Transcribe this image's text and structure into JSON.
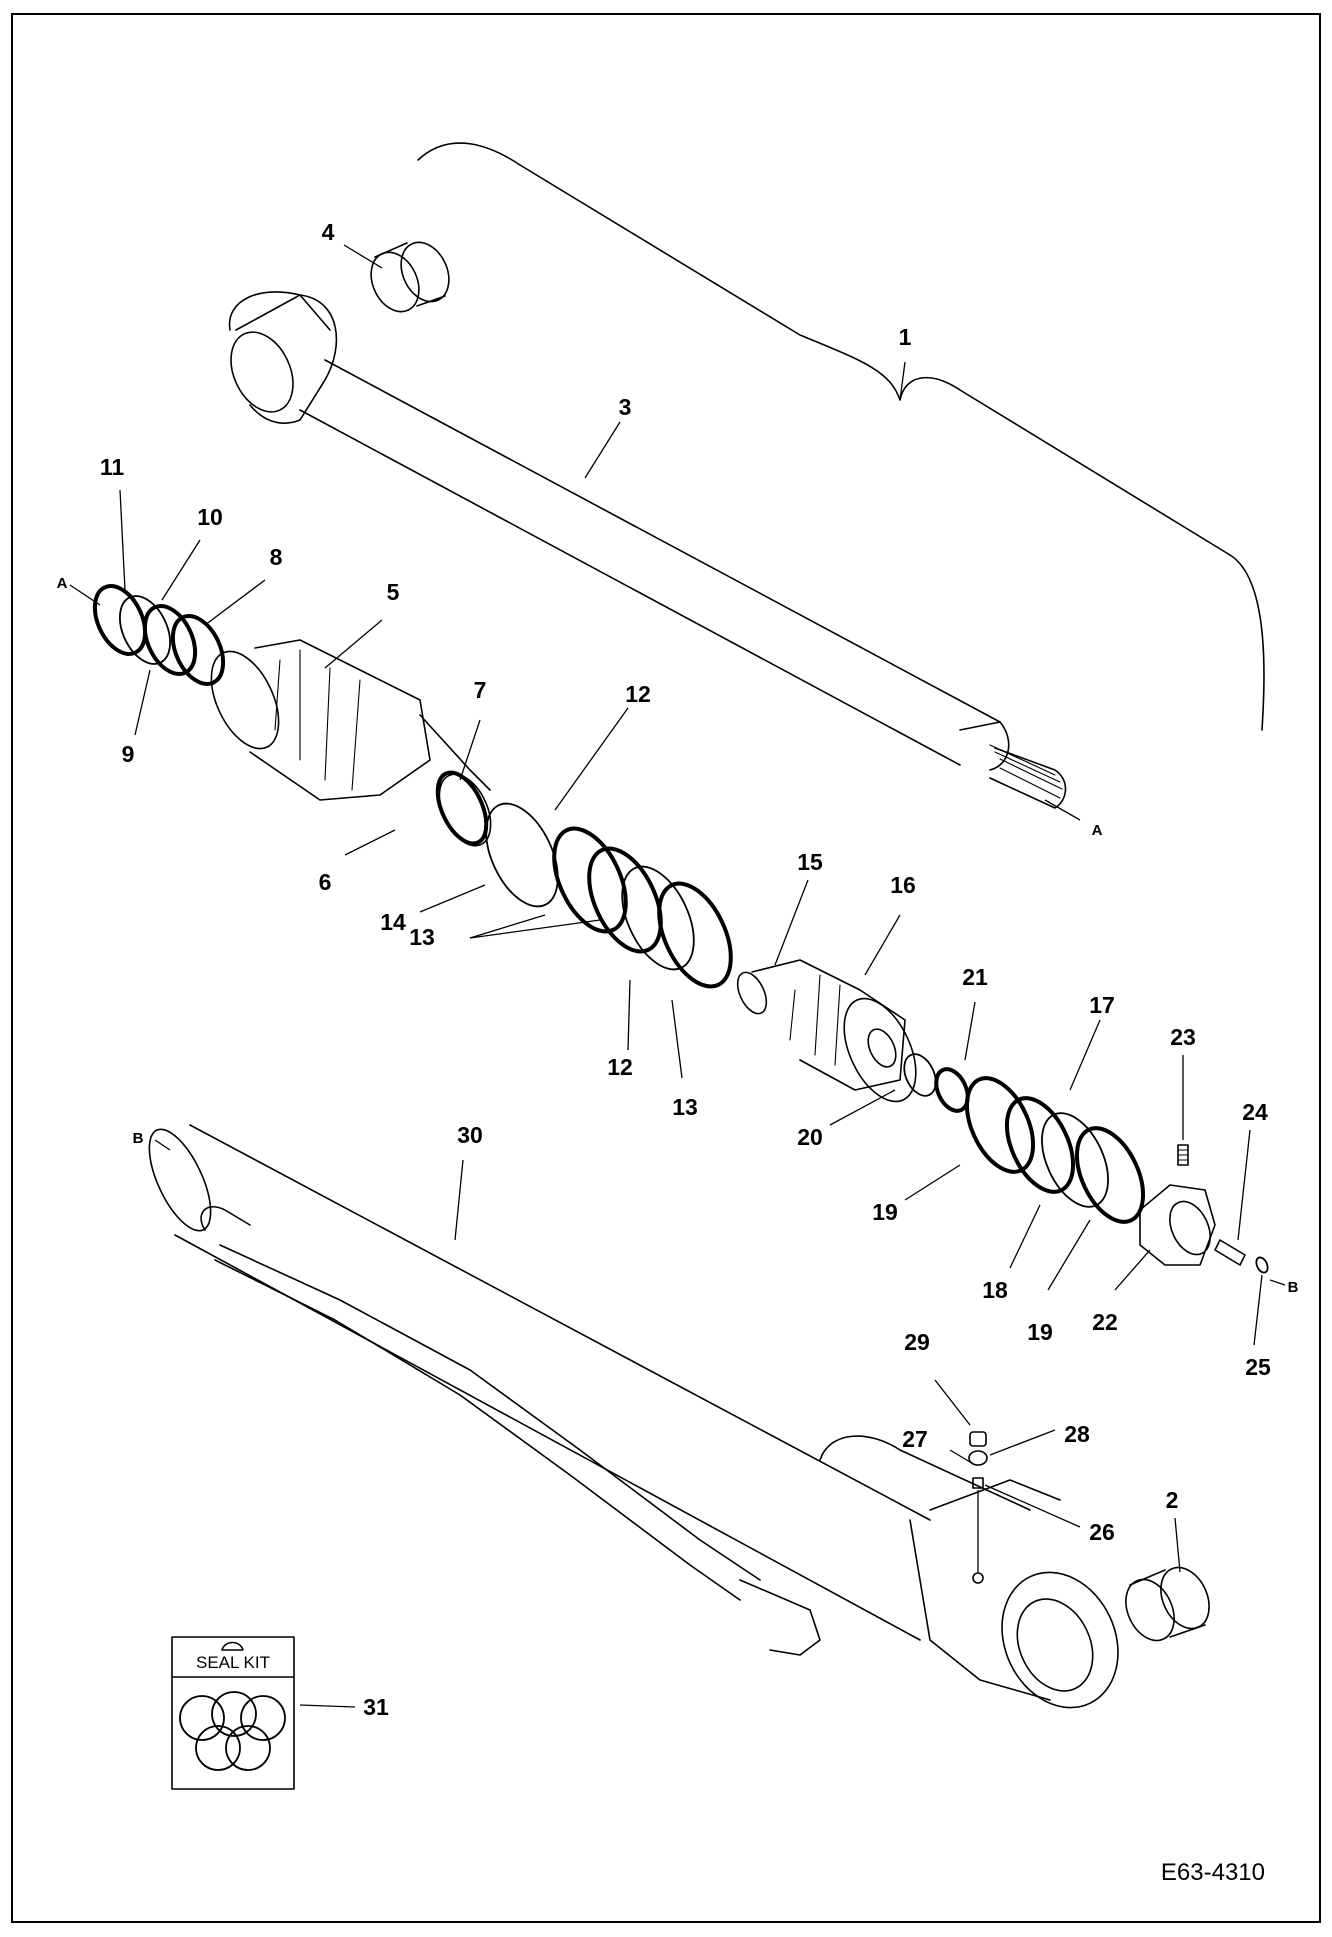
{
  "drawing": {
    "code": "E63-4310",
    "seal_kit_label": "SEAL KIT"
  },
  "labels": {
    "p1": "1",
    "p2": "2",
    "p3": "3",
    "p4": "4",
    "p5": "5",
    "p6": "6",
    "p7": "7",
    "p8": "8",
    "p9": "9",
    "p10": "10",
    "p11": "11",
    "p12a": "12",
    "p12b": "12",
    "p13a": "13",
    "p13b": "13",
    "p14": "14",
    "p15": "15",
    "p16": "16",
    "p17": "17",
    "p18": "18",
    "p19a": "19",
    "p19b": "19",
    "p20": "20",
    "p21": "21",
    "p22": "22",
    "p23": "23",
    "p24": "24",
    "p25": "25",
    "p26": "26",
    "p27": "27",
    "p28": "28",
    "p29": "29",
    "p30": "30",
    "p31": "31"
  },
  "refs": {
    "a_left": "A",
    "a_right": "A",
    "b_left": "B",
    "b_right": "B"
  }
}
